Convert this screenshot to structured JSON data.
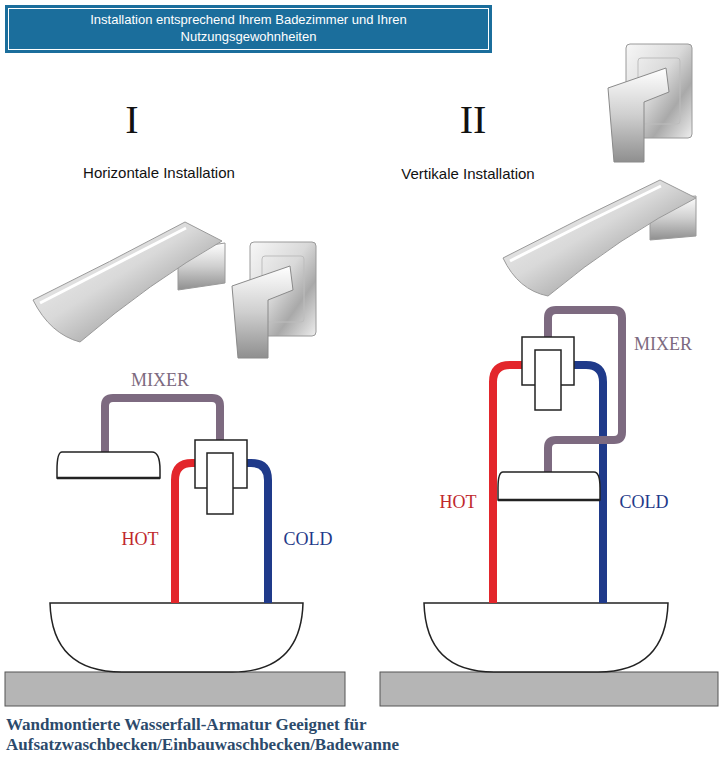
{
  "diagram": {
    "title": "Installation entsprechend Ihrem Badezimmer und Ihren Nutzungsgewohnheiten",
    "caption": "Wandmontierte Wasserfall-Armatur Geeignet für Aufsatzwaschbecken/Einbauwaschbecken/Badewanne",
    "labels": [
      "I",
      "Horizontale Installation",
      "II",
      "Vertikale Installation",
      "MIXER",
      "HOT",
      "COLD",
      "MIXER",
      "HOT",
      "COLD"
    ]
  }
}
